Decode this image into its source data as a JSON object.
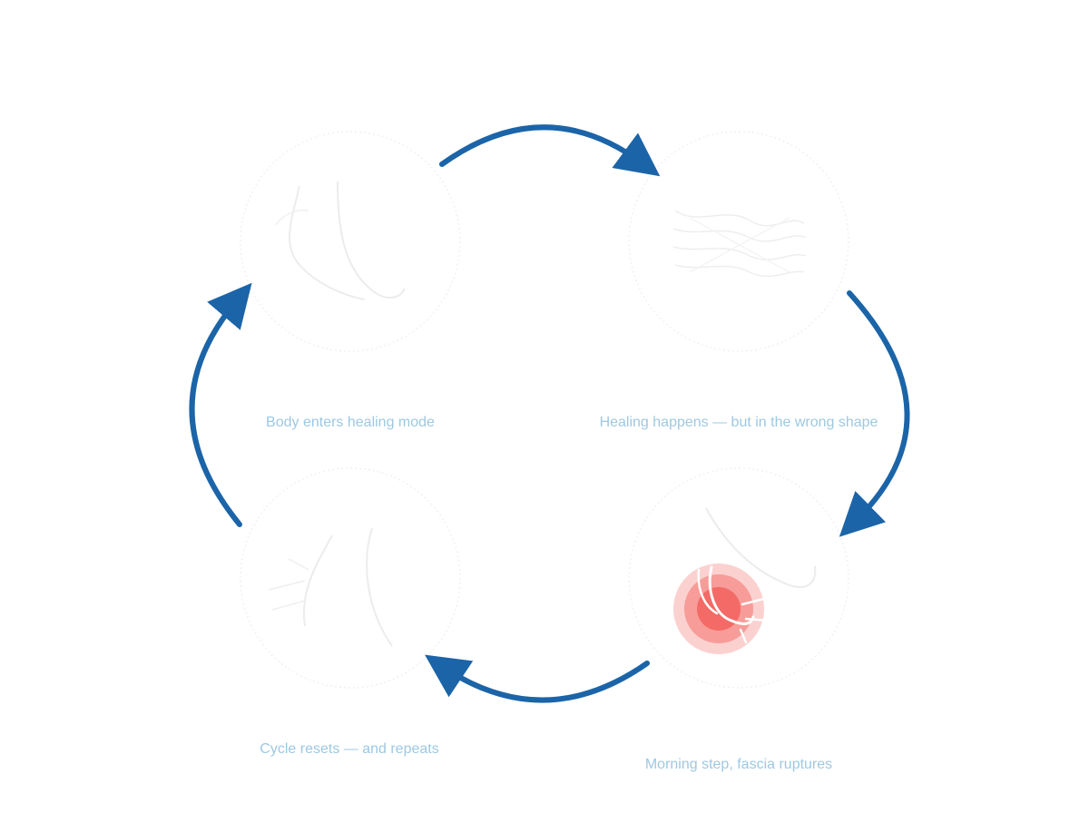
{
  "diagram": {
    "type": "cycle",
    "arrow_color": "#1b64a8",
    "label_color": "#9ec8e2",
    "pain_color": "#f25a55",
    "steps": [
      {
        "label": "Body enters healing mode",
        "icon": "foot-at-rest-icon"
      },
      {
        "label": "Healing happens — but in the wrong shape",
        "icon": "tangled-fascia-fibers-icon"
      },
      {
        "label": "Morning step, fascia ruptures",
        "icon": "heel-pain-burst-icon"
      },
      {
        "label": "Cycle resets — and repeats",
        "icon": "reset-foot-icon"
      }
    ]
  }
}
